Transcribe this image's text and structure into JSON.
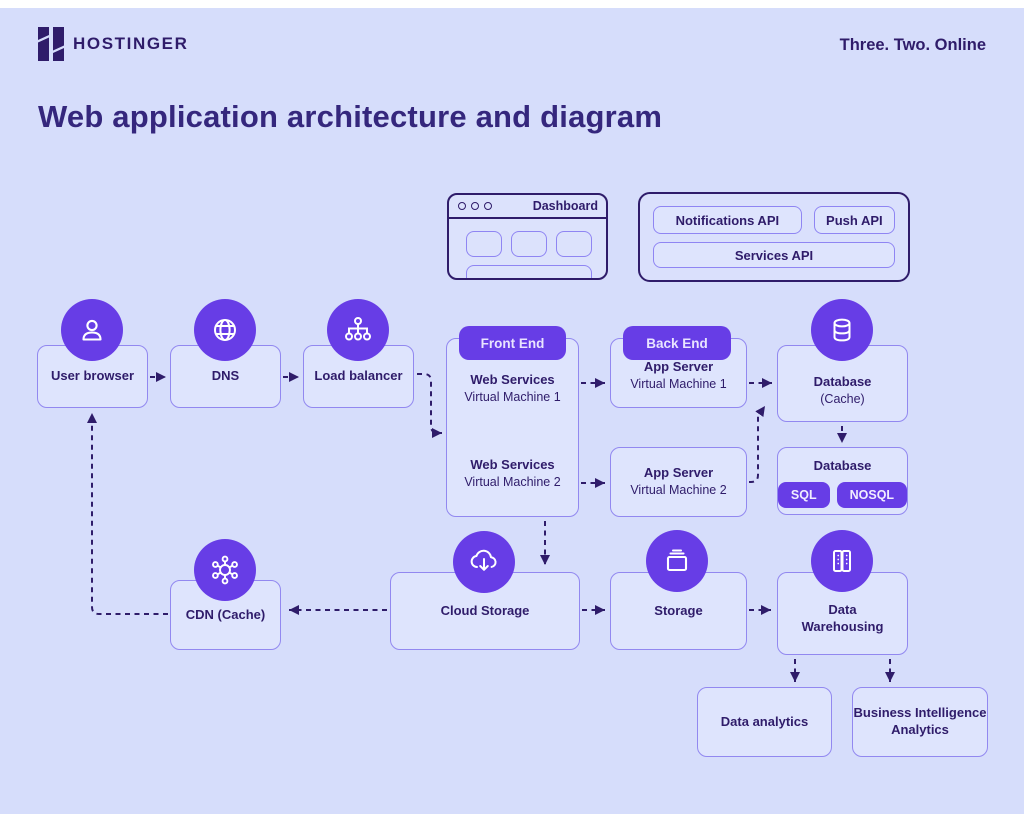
{
  "colors": {
    "background": "#d6ddfb",
    "accent_purple": "#673de6",
    "dark_purple": "#2f1c6a",
    "node_fill": "#dee4fd",
    "node_border": "#9288f0",
    "badge_text": "#e9e4ff"
  },
  "header": {
    "logo_text": "HOSTINGER",
    "tagline": "Three. Two. Online",
    "title": "Web application architecture and diagram"
  },
  "browser_window": {
    "title": "Dashboard"
  },
  "api_panel": {
    "notifications": "Notifications API",
    "push": "Push API",
    "services": "Services API"
  },
  "nodes": {
    "user_browser": {
      "label": "User browser",
      "icon": "user-icon"
    },
    "dns": {
      "label": "DNS",
      "icon": "globe-icon"
    },
    "load_balancer": {
      "label": "Load balancer",
      "icon": "sitemap-icon"
    },
    "web_services": {
      "badge": "Front End",
      "vm1_line1": "Web Services",
      "vm1_line2": "Virtual Machine 1",
      "vm2_line1": "Web Services",
      "vm2_line2": "Virtual Machine 2"
    },
    "app_server_1": {
      "badge": "Back End",
      "line1": "App Server",
      "line2": "Virtual Machine 1"
    },
    "app_server_2": {
      "line1": "App Server",
      "line2": "Virtual Machine 2"
    },
    "database_cache": {
      "line1": "Database",
      "line2": "(Cache)",
      "icon": "database-icon"
    },
    "database_types": {
      "label": "Database",
      "badges": [
        "SQL",
        "NOSQL"
      ]
    },
    "cdn": {
      "label": "CDN (Cache)",
      "icon": "cdn-network-icon"
    },
    "cloud_storage": {
      "label": "Cloud Storage",
      "icon": "cloud-download-icon"
    },
    "storage": {
      "label": "Storage",
      "icon": "archive-box-icon"
    },
    "data_warehousing": {
      "line1": "Data",
      "line2": "Warehousing",
      "icon": "warehouse-icon"
    },
    "data_analytics": {
      "label": "Data analytics"
    },
    "bi_analytics": {
      "line1": "Business Intelligence",
      "line2": "Analytics"
    }
  }
}
